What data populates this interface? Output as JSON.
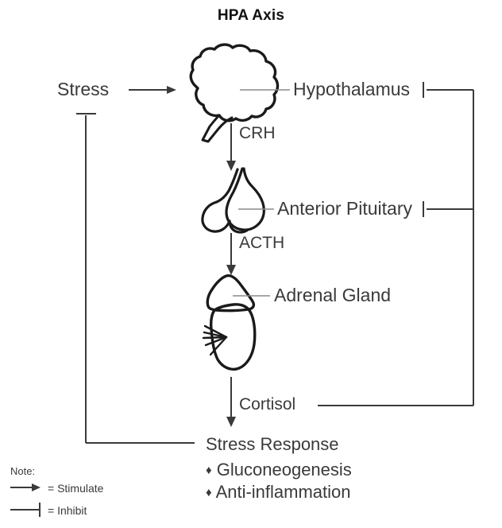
{
  "title": "HPA Axis",
  "nodes": {
    "stress": "Stress",
    "hypothalamus": "Hypothalamus",
    "anterior_pituitary": "Anterior Pituitary",
    "adrenal_gland": "Adrenal Gland",
    "stress_response": "Stress Response"
  },
  "hormones": {
    "crh": "CRH",
    "acth": "ACTH",
    "cortisol": "Cortisol"
  },
  "response_effects": [
    {
      "bullet": "♦",
      "label": "Gluconeogenesis"
    },
    {
      "bullet": "♦",
      "label": "Anti-inflammation"
    }
  ],
  "legend": {
    "heading": "Note:",
    "stimulate": "= Stimulate",
    "inhibit": "= Inhibit"
  },
  "colors": {
    "text": "#3a3a3a",
    "title": "#111111",
    "stroke": "#1a1a1a",
    "leader": "#6e6e6e",
    "background": "#ffffff"
  },
  "chart_data": {
    "type": "diagram",
    "title": "HPA Axis",
    "nodes": [
      "Stress",
      "Hypothalamus",
      "Anterior Pituitary",
      "Adrenal Gland",
      "Stress Response"
    ],
    "edges": [
      {
        "from": "Stress",
        "to": "Hypothalamus",
        "type": "stimulate",
        "label": ""
      },
      {
        "from": "Hypothalamus",
        "to": "Anterior Pituitary",
        "type": "stimulate",
        "label": "CRH"
      },
      {
        "from": "Anterior Pituitary",
        "to": "Adrenal Gland",
        "type": "stimulate",
        "label": "ACTH"
      },
      {
        "from": "Adrenal Gland",
        "to": "Stress Response",
        "type": "stimulate",
        "label": "Cortisol"
      },
      {
        "from": "Cortisol",
        "to": "Hypothalamus",
        "type": "inhibit",
        "label": ""
      },
      {
        "from": "Cortisol",
        "to": "Anterior Pituitary",
        "type": "inhibit",
        "label": ""
      },
      {
        "from": "Stress Response",
        "to": "Stress",
        "type": "inhibit",
        "label": ""
      }
    ]
  }
}
